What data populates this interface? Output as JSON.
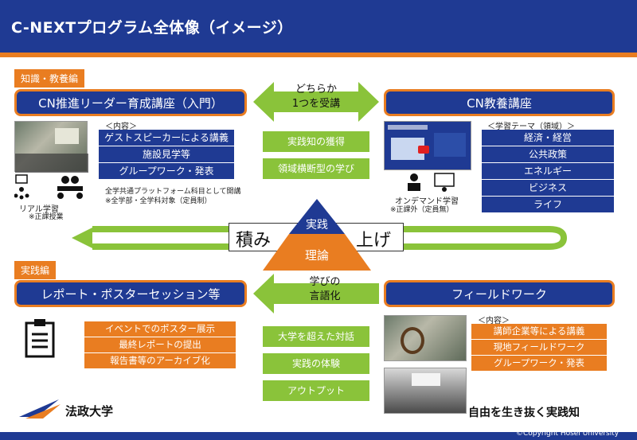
{
  "header": {
    "title": "C-NEXTプログラム全体像（イメージ）"
  },
  "tags": {
    "knowledge": "知識・教養編",
    "practice": "実践編"
  },
  "courses": {
    "leader": "CN推進リーダー育成講座（入門）",
    "culture": "CN教養講座",
    "report": "レポート・ポスターセッション等",
    "fieldwork": "フィールドワーク"
  },
  "center_top": {
    "arrow_text_1": "どちらか",
    "arrow_text_2": "1つを受講",
    "items": [
      "実践知の獲得",
      "領域横断型の学び"
    ]
  },
  "leader_block": {
    "content_label": "＜内容＞",
    "items": [
      "ゲストスピーカーによる講義",
      "施設見学等",
      "グループワーク・発表"
    ],
    "note_1": "全学共通プラットフォーム科目として開講",
    "note_2": "※全学部・全学科対象（定員制）",
    "real_label": "リアル学習",
    "real_note": "※正課授業"
  },
  "culture_block": {
    "theme_label": "＜学習テーマ（領域）＞",
    "items": [
      "経済・経営",
      "公共政策",
      "エネルギー",
      "ビジネス",
      "ライフ"
    ],
    "ondemand_label": "オンデマンド学習",
    "ondemand_note": "※正課外（定員無）"
  },
  "pyramid": {
    "top": "実践",
    "bottom": "理論",
    "left_text": "積み",
    "right_text": "上げ"
  },
  "center_bottom": {
    "arrow_text_1": "学びの",
    "arrow_text_2": "言語化",
    "items": [
      "大学を超えた対話",
      "実践の体験",
      "アウトプット"
    ]
  },
  "report_block": {
    "items": [
      "イベントでのポスター展示",
      "最終レポートの提出",
      "報告書等のアーカイブ化"
    ]
  },
  "fieldwork_block": {
    "content_label": "＜内容＞",
    "items": [
      "講師企業等による講義",
      "現地フィールドワーク",
      "グループワーク・発表"
    ]
  },
  "footer": {
    "university": "法政大学",
    "slogan": "自由を生き抜く実践知",
    "copyright": "©Copyright Hosei University"
  },
  "colors": {
    "navy": "#1f3a93",
    "orange": "#e97d21",
    "green": "#8ac33a"
  }
}
